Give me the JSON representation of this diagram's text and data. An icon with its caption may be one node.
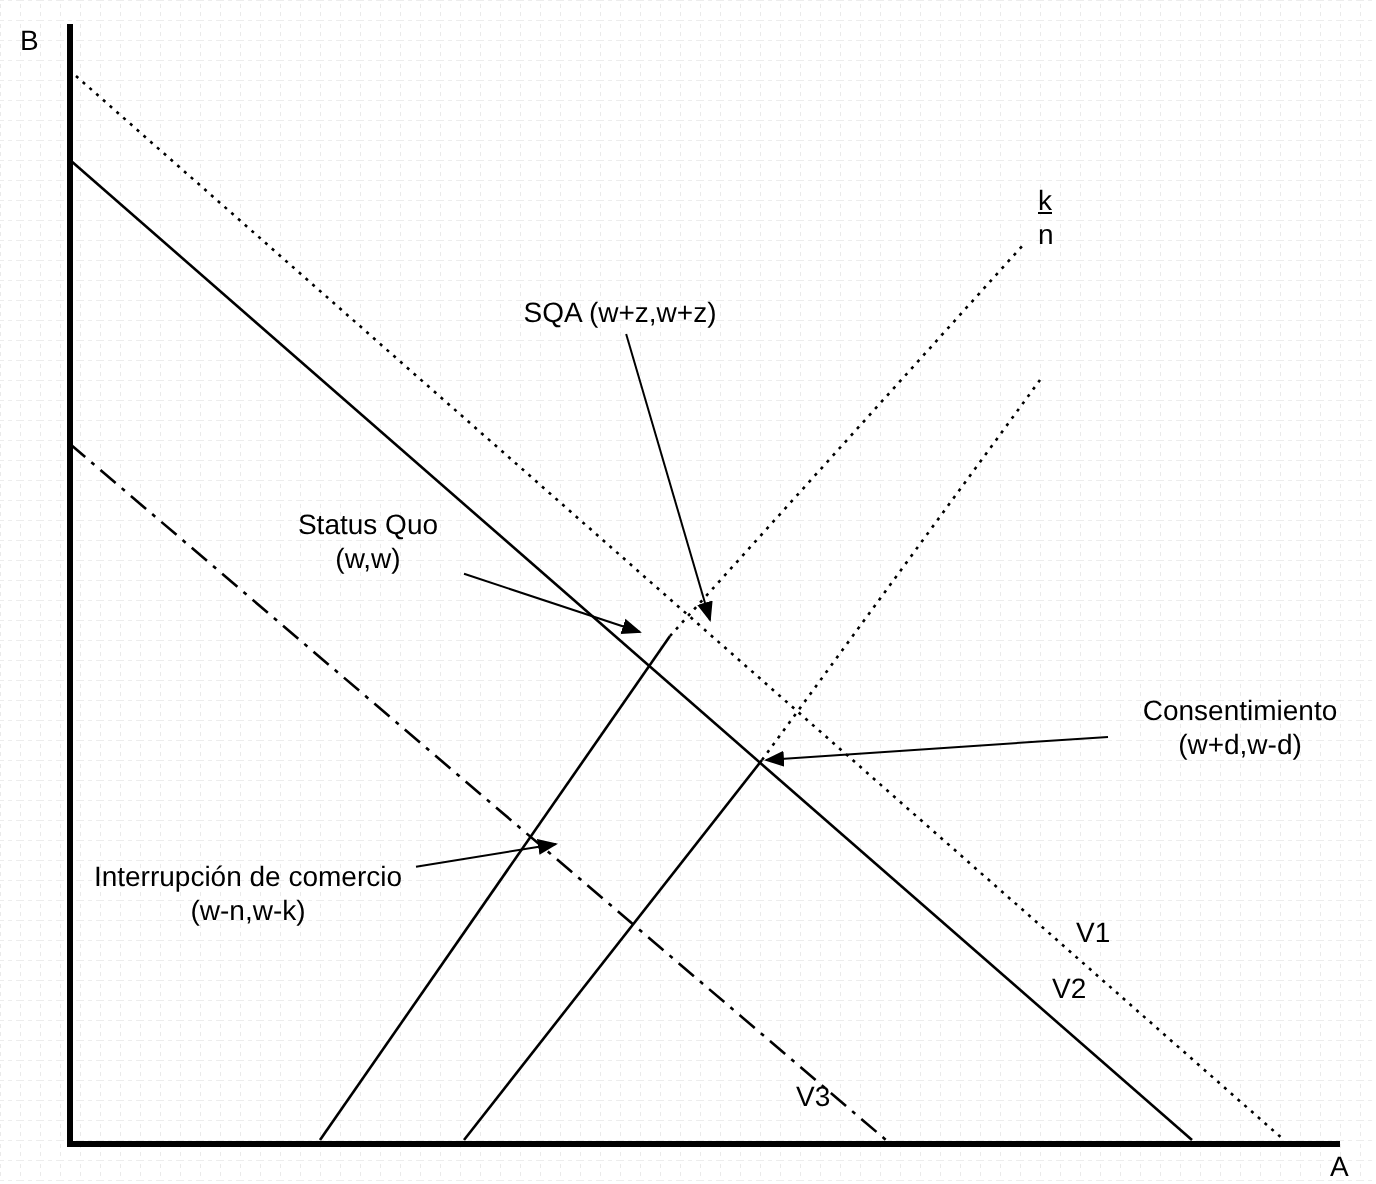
{
  "diagram": {
    "nodes": [
      {
        "text": [
          "SQA (w+z,w+z)"
        ]
      },
      {
        "text": [
          "Status Quo (w,w)"
        ]
      },
      {
        "text": [
          "Consentimiento (w+d,w-d)"
        ]
      },
      {
        "text": [
          "Interrupción de comercio (w-n,w-k)"
        ]
      }
    ],
    "edges": [
      {
        "from": 0,
        "to": null,
        "arrow": "to"
      },
      {
        "from": 1,
        "to": null,
        "arrow": "to"
      },
      {
        "from": 2,
        "to": null,
        "arrow": "to"
      },
      {
        "from": 3,
        "to": null,
        "arrow": "to"
      }
    ],
    "labels": [
      "B",
      "k",
      "n",
      "V1",
      "V2",
      "V3",
      "A"
    ]
  }
}
